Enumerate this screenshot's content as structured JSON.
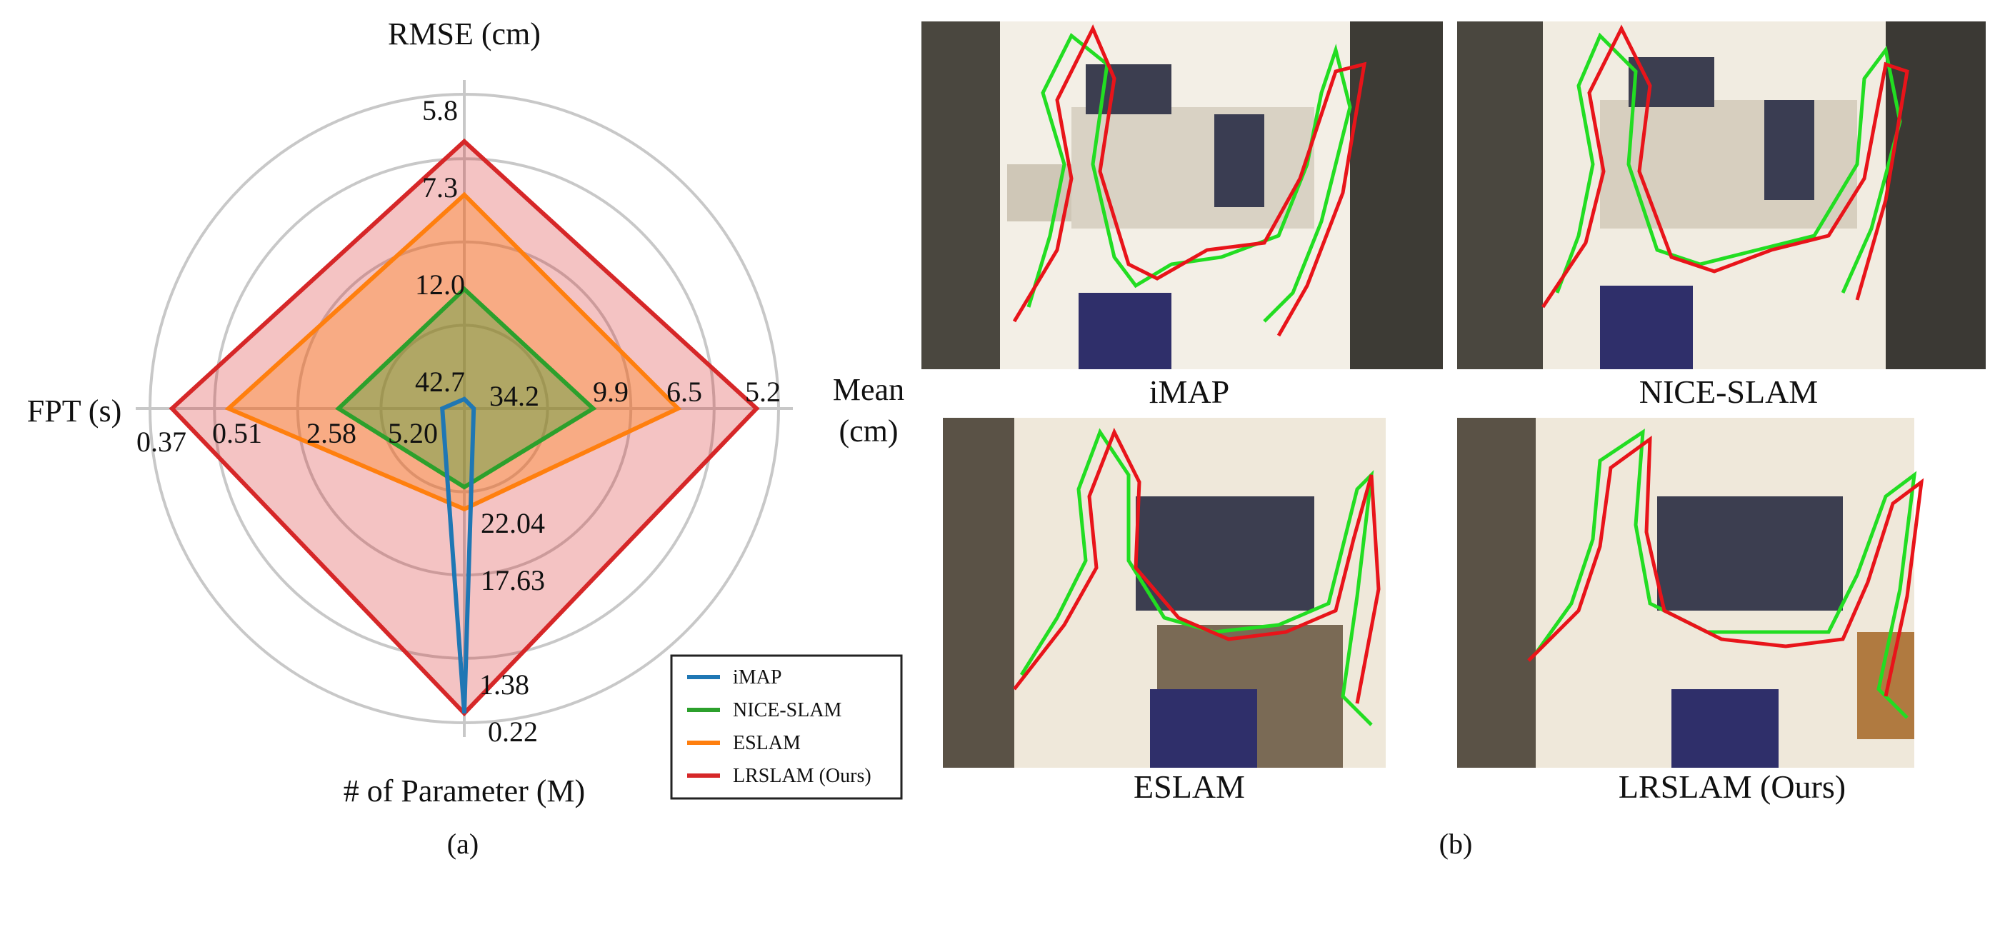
{
  "chart_data": {
    "type": "radar",
    "axes": [
      {
        "label": "RMSE (cm)",
        "ticks": [
          "5.8",
          "7.3",
          "12.0",
          "42.7"
        ]
      },
      {
        "label": "Mean (cm)",
        "ticks": [
          "5.2",
          "6.5",
          "9.9",
          "34.2"
        ]
      },
      {
        "label": "# of Parameter (M)",
        "ticks": [
          "0.22",
          "1.38",
          "17.63",
          "22.04"
        ]
      },
      {
        "label": "FPT (s)",
        "ticks": [
          "0.37",
          "0.51",
          "2.58",
          "5.20"
        ]
      }
    ],
    "series": [
      {
        "name": "iMAP",
        "color": "#1f77b4",
        "values": {
          "rmse": 42.7,
          "mean": 34.2,
          "params": 1.38,
          "fpt": 5.2
        },
        "filled": false
      },
      {
        "name": "NICE-SLAM",
        "color": "#2ca02c",
        "values": {
          "rmse": 12.0,
          "mean": 9.9,
          "params": 22.04,
          "fpt": 2.58
        },
        "filled": true
      },
      {
        "name": "ESLAM",
        "color": "#ff7f0e",
        "values": {
          "rmse": 7.3,
          "mean": 6.5,
          "params": 17.63,
          "fpt": 0.51
        },
        "filled": true
      },
      {
        "name": "LRSLAM (Ours)",
        "color": "#d62728",
        "values": {
          "rmse": 5.8,
          "mean": 5.2,
          "params": 1.38,
          "fpt": 0.37
        },
        "filled": true
      }
    ],
    "legend_placement": "bottom-right",
    "grid": "circular"
  },
  "captions": {
    "a": "(a)",
    "b": "(b)",
    "panels": [
      "iMAP",
      "NICE-SLAM",
      "ESLAM",
      "LRSLAM (Ours)"
    ]
  },
  "colors": {
    "trajectory_red": "#e8141a",
    "trajectory_green": "#22dd22",
    "grid": "#c8c8c8"
  }
}
